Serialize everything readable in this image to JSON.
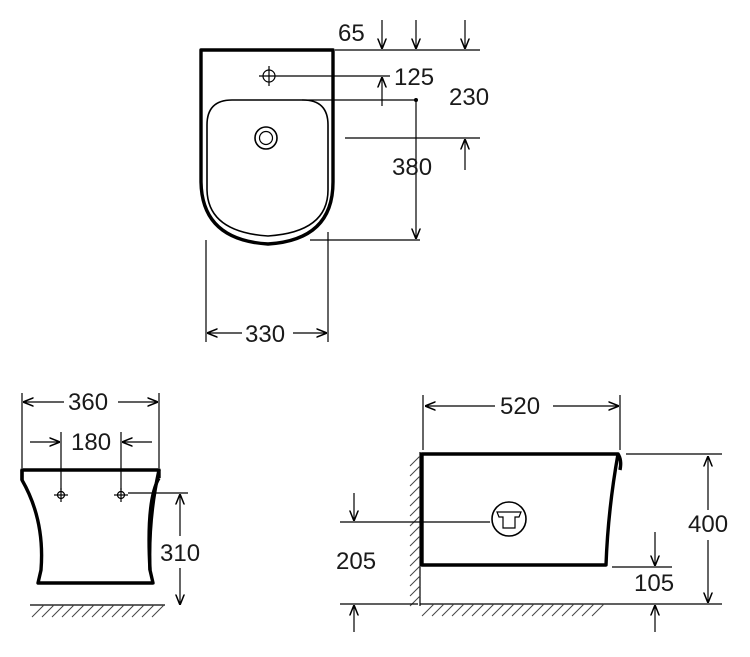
{
  "top_view": {
    "width": "330",
    "total_depth": "380",
    "tap_hole_offset": "125",
    "bowl_offset": "230",
    "rim_depth": "65"
  },
  "front_view": {
    "width": "360",
    "fixing_spacing": "180",
    "fixing_height": "310"
  },
  "side_view": {
    "depth": "520",
    "height": "400",
    "waste_height": "205",
    "base_offset": "105"
  }
}
